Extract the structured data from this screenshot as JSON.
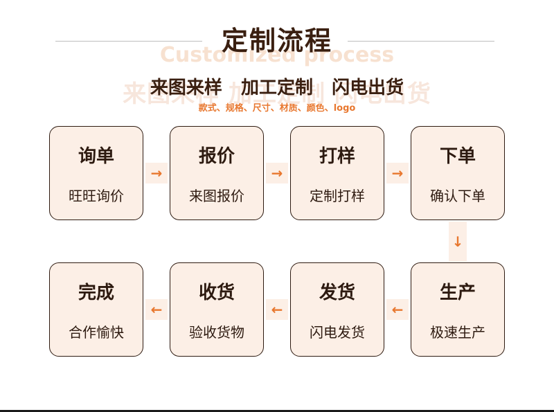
{
  "header": {
    "title": "定制流程",
    "title_en": "Customized process",
    "subtitle_items": [
      "来图来样",
      "加工定制",
      "闪电出货"
    ],
    "note": "款式、规格、尺寸、材质、颜色、logo"
  },
  "steps": [
    {
      "title": "询单",
      "desc": "旺旺询价"
    },
    {
      "title": "报价",
      "desc": "来图报价"
    },
    {
      "title": "打样",
      "desc": "定制打样"
    },
    {
      "title": "下单",
      "desc": "确认下单"
    },
    {
      "title": "生产",
      "desc": "极速生产"
    },
    {
      "title": "发货",
      "desc": "闪电发货"
    },
    {
      "title": "收货",
      "desc": "验收货物"
    },
    {
      "title": "完成",
      "desc": "合作愉快"
    }
  ],
  "arrows": {
    "right": "→",
    "left": "←",
    "down": "↓"
  },
  "colors": {
    "accent": "#e8772e",
    "card_bg": "#fcefe6",
    "text": "#2d1a10"
  }
}
